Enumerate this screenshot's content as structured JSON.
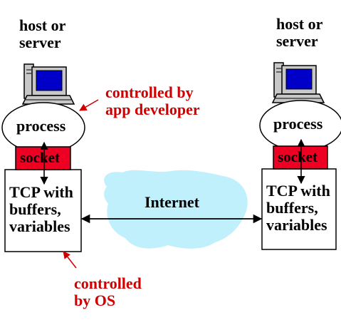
{
  "left": {
    "host_line1": "host or",
    "host_line2": "server",
    "process": "process",
    "socket": "socket",
    "tcp_line1": "TCP with",
    "tcp_line2": "buffers,",
    "tcp_line3": "variables"
  },
  "right": {
    "host_line1": "host or",
    "host_line2": "server",
    "process": "process",
    "socket": "socket",
    "tcp_line1": "TCP with",
    "tcp_line2": "buffers,",
    "tcp_line3": "variables"
  },
  "annotations": {
    "app_dev_line1": "controlled by",
    "app_dev_line2": "app developer",
    "os_line1": "controlled",
    "os_line2": "by OS"
  },
  "internet": {
    "label": "Internet"
  },
  "colors": {
    "annotation": "#d00000",
    "socket_fill": "#ee0022",
    "cloud_fill": "#bff0fb",
    "box_stroke": "#000000"
  },
  "icons": [
    "computer-icon"
  ]
}
